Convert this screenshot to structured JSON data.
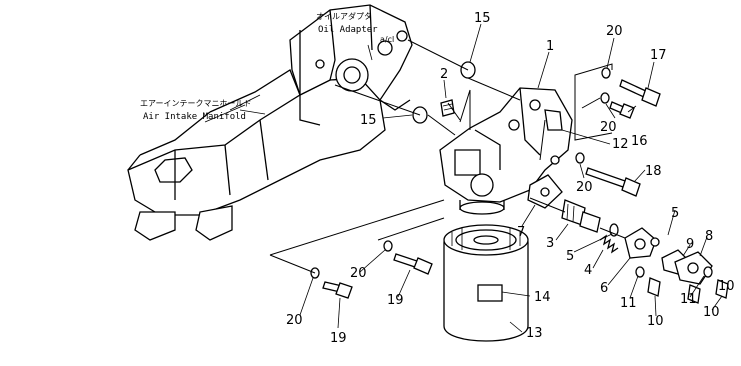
{
  "labels": {
    "oil_adapter_jp": "オイルアダプタ",
    "oil_adapter_en": "Oil Adapter",
    "oil_adapter_extra": "a/cl",
    "intake_jp": "エアーインテークマニホールド",
    "intake_en": "Air Intake Manifold"
  },
  "callouts": [
    {
      "id": "c15a",
      "text": "15"
    },
    {
      "id": "c15b",
      "text": "15"
    },
    {
      "id": "c1",
      "text": "1"
    },
    {
      "id": "c2",
      "text": "2"
    },
    {
      "id": "c20a",
      "text": "20"
    },
    {
      "id": "c17",
      "text": "17"
    },
    {
      "id": "c20b",
      "text": "20"
    },
    {
      "id": "c16",
      "text": "16"
    },
    {
      "id": "c12",
      "text": "12"
    },
    {
      "id": "c18",
      "text": "18"
    },
    {
      "id": "c20c",
      "text": "20"
    },
    {
      "id": "c7",
      "text": "7"
    },
    {
      "id": "c3",
      "text": "3"
    },
    {
      "id": "c5a",
      "text": "5"
    },
    {
      "id": "c5b",
      "text": "5"
    },
    {
      "id": "c9",
      "text": "9"
    },
    {
      "id": "c8",
      "text": "8"
    },
    {
      "id": "c4",
      "text": "4"
    },
    {
      "id": "c6",
      "text": "6"
    },
    {
      "id": "c11a",
      "text": "11"
    },
    {
      "id": "c11b",
      "text": "11"
    },
    {
      "id": "c10a",
      "text": "10"
    },
    {
      "id": "c10b",
      "text": "10"
    },
    {
      "id": "c10c",
      "text": "10"
    },
    {
      "id": "c20d",
      "text": "20"
    },
    {
      "id": "c19a",
      "text": "19"
    },
    {
      "id": "c20e",
      "text": "20"
    },
    {
      "id": "c19b",
      "text": "19"
    },
    {
      "id": "c14",
      "text": "14"
    },
    {
      "id": "c13",
      "text": "13"
    }
  ]
}
